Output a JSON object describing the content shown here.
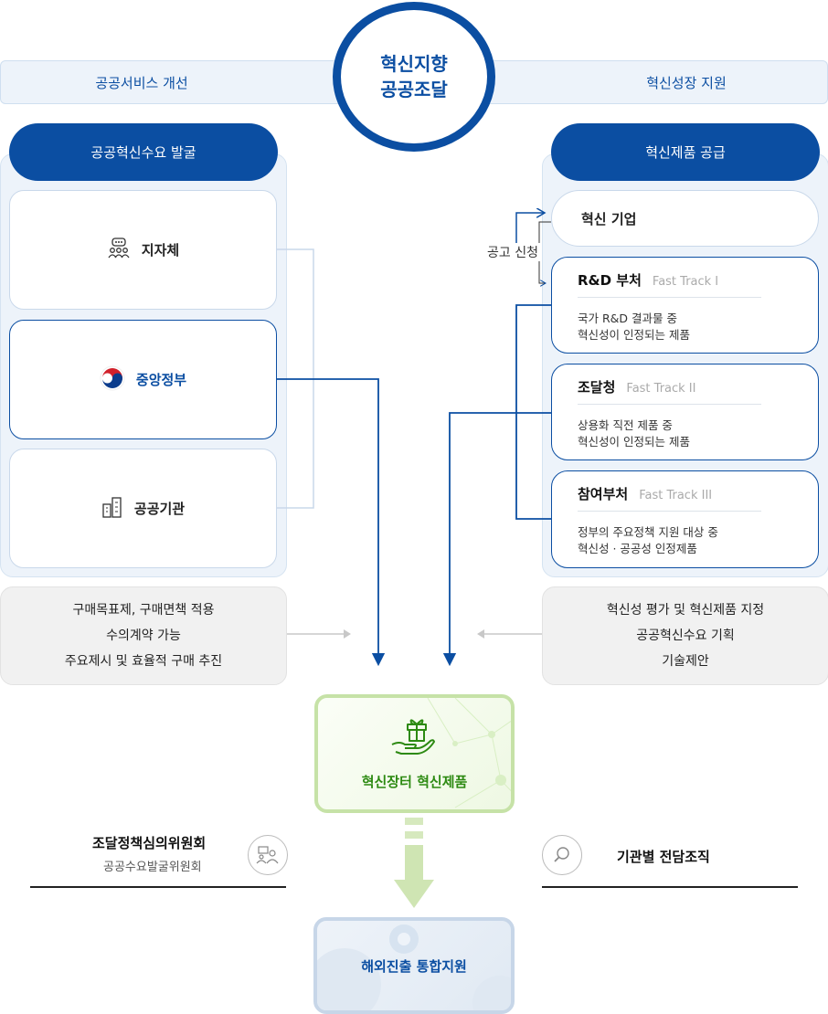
{
  "header": {
    "left_bar": "공공서비스 개선",
    "right_bar": "혁신성장 지원",
    "center_line1": "혁신지향",
    "center_line2": "공공조달"
  },
  "left_column": {
    "header": "공공혁신수요 발굴",
    "cards": [
      {
        "label": "지자체",
        "icon": "people-group-icon"
      },
      {
        "label": "중앙정부",
        "icon": "taegeuk-emblem-icon"
      },
      {
        "label": "공공기관",
        "icon": "buildings-icon"
      }
    ]
  },
  "right_column": {
    "header": "혁신제품 공급",
    "company": "혁신 기업",
    "notice": "공고 신청",
    "tracks": [
      {
        "title": "R&D 부처",
        "sub": "Fast Track I",
        "desc1": "국가 R&D 결과물 중",
        "desc2": "혁신성이 인정되는 제품"
      },
      {
        "title": "조달청",
        "sub": "Fast Track II",
        "desc1": "상용화 직전 제품 중",
        "desc2": "혁신성이 인정되는 제품"
      },
      {
        "title": "참여부처",
        "sub": "Fast Track III",
        "desc1": "정부의 주요정책 지원 대상 중",
        "desc2": "혁신성 · 공공성 인정제품"
      }
    ]
  },
  "left_info": [
    "구매목표제, 구매면책 적용",
    "수의계약 가능",
    "주요제시 및 효율적 구매 추진"
  ],
  "right_info": [
    "혁신성 평가 및 혁신제품 지정",
    "공공혁신수요 기획",
    "기술제안"
  ],
  "market": {
    "label": "혁신장터 혁신제품",
    "icon": "gift-hand-icon"
  },
  "bottom_left": {
    "title": "조달정책심의위원회",
    "subtitle": "공공수요발굴위원회",
    "icon": "meeting-icon"
  },
  "bottom_right": {
    "title": "기관별 전담조직",
    "icon": "search-icon"
  },
  "overseas": {
    "label": "해외진출 통합지원"
  },
  "colors": {
    "primary": "#0b4ea2",
    "green": "#2d8a12",
    "light_blue": "#edf3fa"
  }
}
